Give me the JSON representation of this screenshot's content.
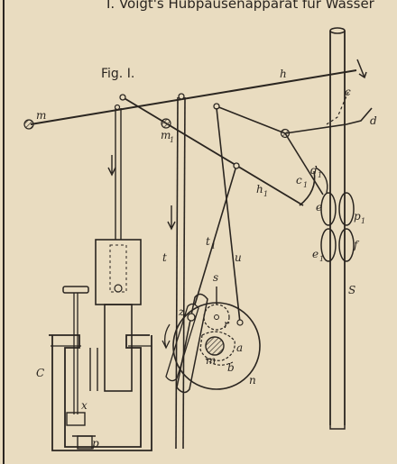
{
  "caption": "I. Voigt's Hubpausenapparat für Wasser",
  "figure_label": "Fig. I.",
  "labels": {
    "h": "h",
    "c": "c",
    "d": "d",
    "m": "m",
    "m1": "m",
    "m1_sub": "1",
    "d1": "d",
    "d1_sub": "1",
    "c1": "c",
    "c1_sub": "1",
    "h1": "h",
    "h1_sub": "1",
    "e": "e",
    "p1": "p",
    "p1_sub": "1",
    "e1": "e",
    "e1_sub": "1",
    "f": "f",
    "S": "S",
    "t1": "t",
    "t1_sub": "1",
    "t": "t",
    "u": "u",
    "s": "s",
    "z": "z",
    "r": "r",
    "a": "a",
    "m2": "m",
    "b": "b",
    "n": "n",
    "C": "C",
    "x": "x",
    "p": "p"
  },
  "colors": {
    "paper": "#e9dcc0",
    "ink": "#2a2520",
    "hatch": "#5a544c"
  }
}
